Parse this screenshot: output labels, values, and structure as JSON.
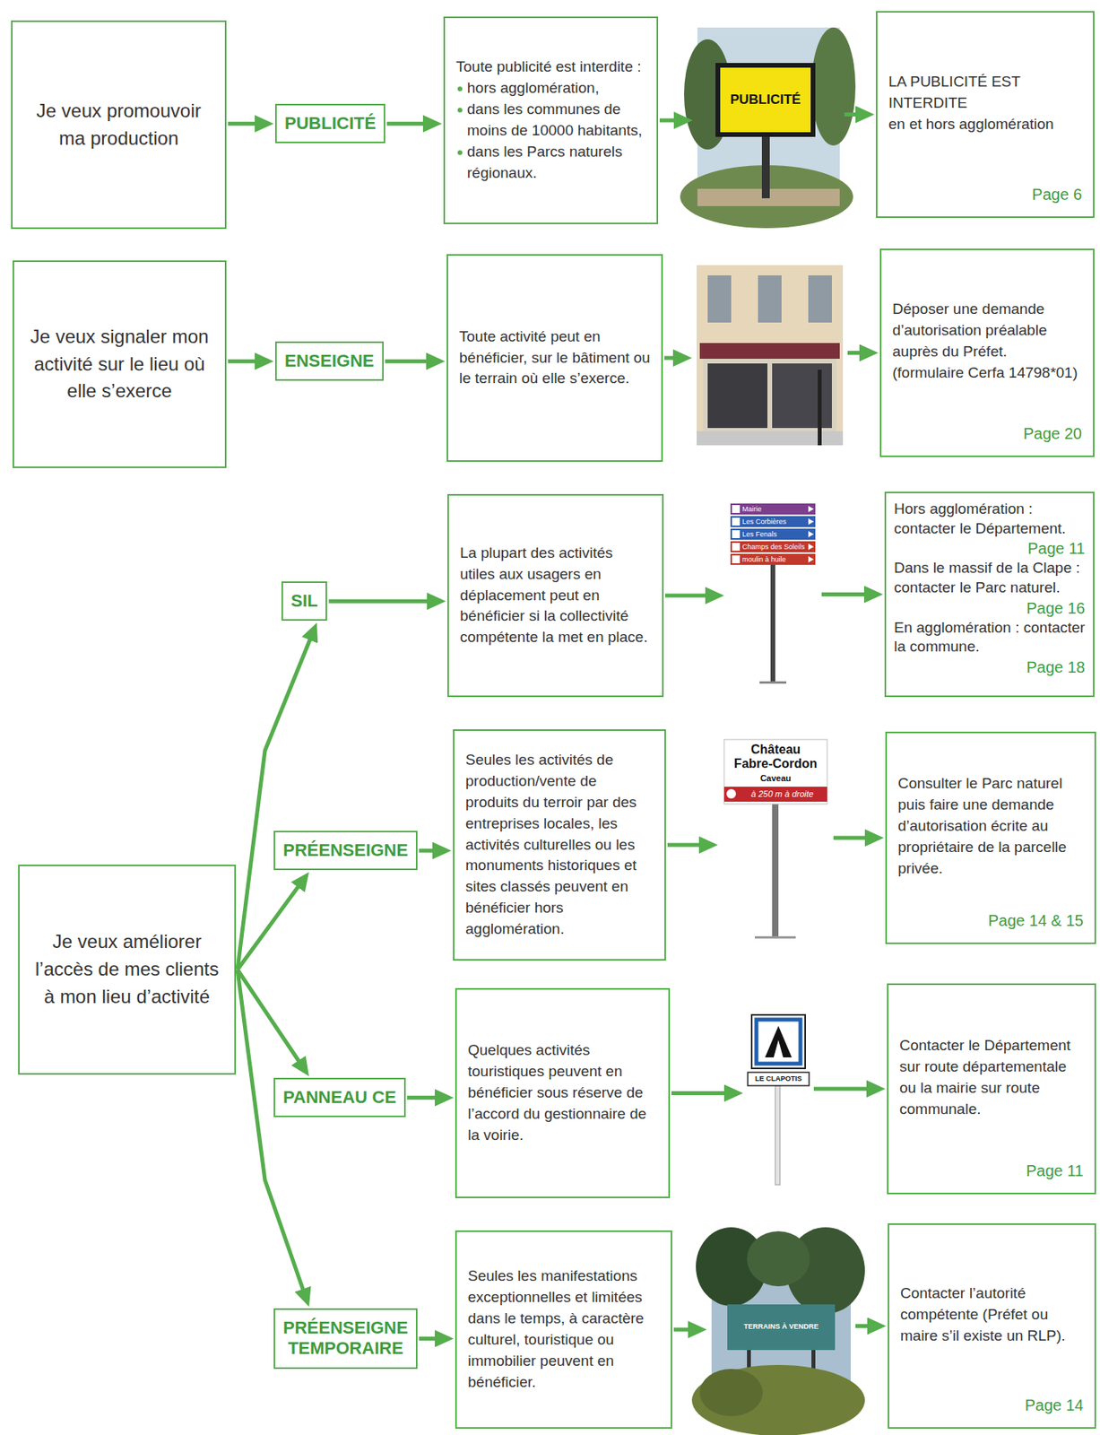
{
  "diagram": {
    "nodes": [
      {
        "text": [
          "Je veux promouvoir ma production"
        ]
      },
      {
        "text": [
          "PUBLICITÉ"
        ]
      },
      {
        "text": [
          "Toute publicité est interdite :",
          "hors agglomération,",
          "dans les communes de moins de 10000 habitants,",
          "dans les Parcs naturels régionaux."
        ]
      },
      {
        "text": [
          "LA PUBLICITÉ EST INTERDITE",
          "en et hors agglomération",
          "Page 6"
        ]
      },
      {
        "text": [
          "Je veux signaler mon activité sur le lieu où elle s’exerce"
        ]
      },
      {
        "text": [
          "ENSEIGNE"
        ]
      },
      {
        "text": [
          "Toute activité peut en bénéficier, sur le bâtiment ou le terrain où elle s’exerce."
        ]
      },
      {
        "text": [
          "Déposer une demande d’autorisation préalable auprès du Préfet. (formulaire Cerfa 14798*01)",
          "Page 20"
        ]
      },
      {
        "text": [
          "Je veux améliorer l’accès de mes clients à mon lieu d’activité"
        ]
      },
      {
        "text": [
          "SIL"
        ]
      },
      {
        "text": [
          "La plupart des activités utiles aux usagers en déplacement peut en bénéficier si la collectivité compétente la met en place."
        ]
      },
      {
        "text": [
          "Hors agglomération : contacter le Département.",
          "Page 11",
          "Dans le massif de la Clape : contacter le Parc naturel.",
          "Page 16",
          "En agglomération : contacter la commune.",
          "Page 18"
        ]
      },
      {
        "text": [
          "PRÉENSEIGNE"
        ]
      },
      {
        "text": [
          "Seules les activités de production/vente de produits du terroir par des entreprises locales, les activités culturelles ou les monuments historiques et sites classés peuvent en bénéficier hors agglomération."
        ]
      },
      {
        "text": [
          "Consulter le Parc naturel puis faire une demande d’autorisation écrite au propriétaire de la parcelle privée.",
          "Page 14 & 15"
        ]
      },
      {
        "text": [
          "PANNEAU CE"
        ]
      },
      {
        "text": [
          "Quelques activités touristiques peuvent en bénéficier sous réserve de l’accord du gestionnaire de la voirie."
        ]
      },
      {
        "text": [
          "Contacter le Département sur route départementale ou la mairie sur route communale.",
          "Page 11"
        ]
      },
      {
        "text": [
          "PRÉENSEIGNE TEMPORAIRE"
        ]
      },
      {
        "text": [
          "Seules les manifestations exceptionnelles et limitées dans le temps, à caractère culturel, touristique ou immobilier peuvent en bénéficier."
        ]
      },
      {
        "text": [
          "Contacter l’autorité compétente (Préfet ou maire s’il existe un RLP).",
          "Page 14"
        ]
      }
    ],
    "edges": [
      {
        "from": 0,
        "to": 1,
        "arrow": "to"
      },
      {
        "from": 1,
        "to": 2,
        "arrow": "to"
      },
      {
        "from": 2,
        "to": 3,
        "arrow": "to"
      },
      {
        "from": 4,
        "to": 5,
        "arrow": "to"
      },
      {
        "from": 5,
        "to": 6,
        "arrow": "to"
      },
      {
        "from": 6,
        "to": 7,
        "arrow": "to"
      },
      {
        "from": 8,
        "to": 9,
        "arrow": "to"
      },
      {
        "from": 8,
        "to": 12,
        "arrow": "to"
      },
      {
        "from": 8,
        "to": 15,
        "arrow": "to"
      },
      {
        "from": 8,
        "to": 18,
        "arrow": "to"
      },
      {
        "from": 9,
        "to": 10,
        "arrow": "to"
      },
      {
        "from": 10,
        "to": 11,
        "arrow": "to"
      },
      {
        "from": 12,
        "to": 13,
        "arrow": "to"
      },
      {
        "from": 13,
        "to": 14,
        "arrow": "to"
      },
      {
        "from": 15,
        "to": 16,
        "arrow": "to"
      },
      {
        "from": 16,
        "to": 17,
        "arrow": "to"
      },
      {
        "from": 18,
        "to": 19,
        "arrow": "to"
      },
      {
        "from": 19,
        "to": 20,
        "arrow": "to"
      }
    ],
    "labels": [
      "PUBLICITÉ",
      "Mairie",
      "Les Corbières",
      "Les Fenals",
      "Champs des Soleils",
      "moulin à huile",
      "Château",
      "Fabre-Cordon",
      "Caveau",
      "à 250 m à droite",
      "LE CLAPOTIS",
      "TERRAINS À VENDRE"
    ]
  }
}
